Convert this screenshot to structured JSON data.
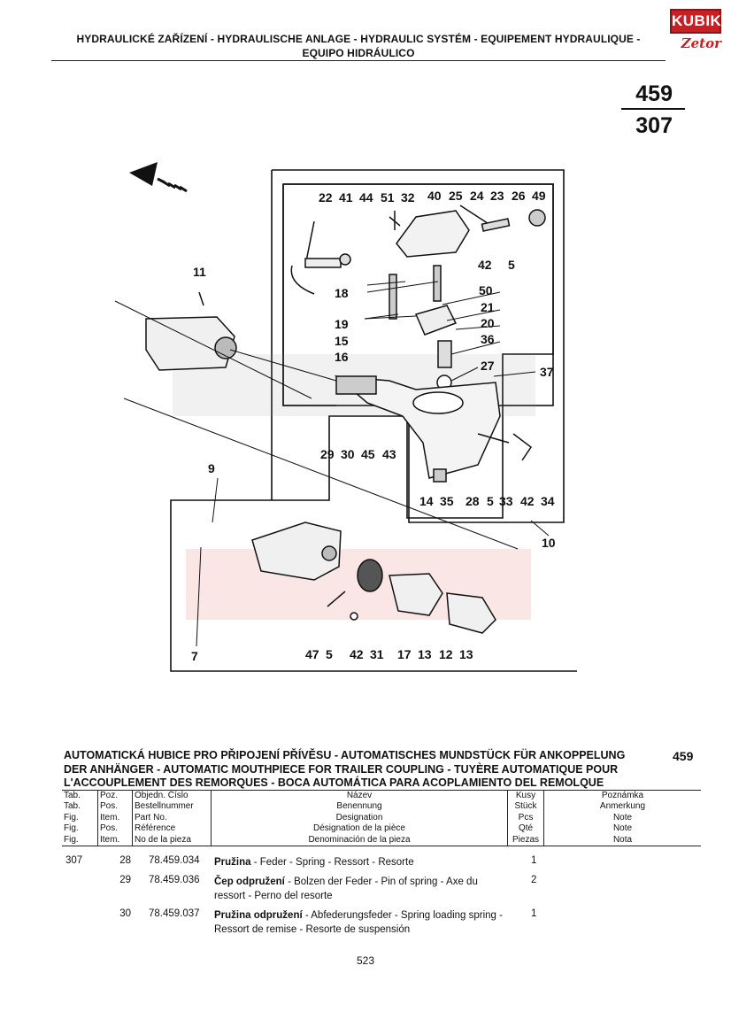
{
  "header": {
    "line1": "HYDRAULICKÉ ZAŘÍZENÍ - HYDRAULISCHE ANLAGE - HYDRAULIC SYSTÉM - EQUIPEMENT HYDRAULIQUE -",
    "line2": "EQUIPO HIDRÁULICO"
  },
  "logo": {
    "brand": "KUBIK",
    "sub": "Zetor"
  },
  "page_ref": {
    "top": "459",
    "bottom": "307"
  },
  "callouts": {
    "n22": "22",
    "n41": "41",
    "n44": "44",
    "n51": "51",
    "n32": "32",
    "n40": "40",
    "n25": "25",
    "n24": "24",
    "n23": "23",
    "n26": "26",
    "n49": "49",
    "n42a": "42",
    "n5a": "5",
    "n18": "18",
    "n50": "50",
    "n21": "21",
    "n19": "19",
    "n20": "20",
    "n15": "15",
    "n36": "36",
    "n16": "16",
    "n27": "27",
    "n37": "37",
    "n11": "11",
    "n29": "29",
    "n30": "30",
    "n45": "45",
    "n43": "43",
    "n9": "9",
    "n14": "14",
    "n35": "35",
    "n28": "28",
    "n5b": "5",
    "n33": "33",
    "n42b": "42",
    "n34": "34",
    "n10": "10",
    "n47": "47",
    "n5c": "5",
    "n42c": "42",
    "n31": "31",
    "n17": "17",
    "n13a": "13",
    "n12": "12",
    "n13b": "13",
    "n7": "7"
  },
  "section": {
    "title_l1": "AUTOMATICKÁ HUBICE PRO PŘIPOJENÍ PŘÍVĚSU - AUTOMATISCHES MUNDSTÜCK FÜR ANKOPPELUNG",
    "title_l2": "DER ANHÄNGER - AUTOMATIC MOUTHPIECE FOR TRAILER COUPLING - TUYÈRE AUTOMATIQUE POUR",
    "title_l3": "L'ACCOUPLEMENT DES REMORQUES - BOCA AUTOMÁTICA PARA ACOPLAMIENTO DEL REMOLQUE",
    "number": "459"
  },
  "table_header": {
    "tab": "Tab.\nTab.\nFig.\nFig.\nFig.",
    "poz": "Poz.\nPos.\nItem.\nPos.\nItem.",
    "order": "Objedn. Číslo\nBestellnummer\nPart No.\nRéférence\nNo de la pieza",
    "name": "Název\nBenennung\nDesignation\nDésignation de la pièce\nDenominación de la pieza",
    "qty": "Kusy\nStück\nPcs\nQté\nPiezas",
    "note": "Poznámka\nAnmerkung\nNote\nNote\nNota"
  },
  "rows": [
    {
      "tab": "307",
      "poz": "28",
      "order": "78.459.034",
      "name_bold": "Pružina",
      "name_rest": " - Feder - Spring - Ressort - Resorte",
      "qty": "1"
    },
    {
      "tab": "",
      "poz": "29",
      "order": "78.459.036",
      "name_bold": "Čep odpružení",
      "name_rest": " - Bolzen der Feder - Pin of spring - Axe du ressort - Perno del resorte",
      "qty": "2"
    },
    {
      "tab": "",
      "poz": "30",
      "order": "78.459.037",
      "name_bold": "Pružina odpružení",
      "name_rest": " - Abfederungsfeder - Spring loading spring - Ressort de remise - Resorte de suspensión",
      "qty": "1"
    }
  ],
  "footer": {
    "page": "523"
  }
}
